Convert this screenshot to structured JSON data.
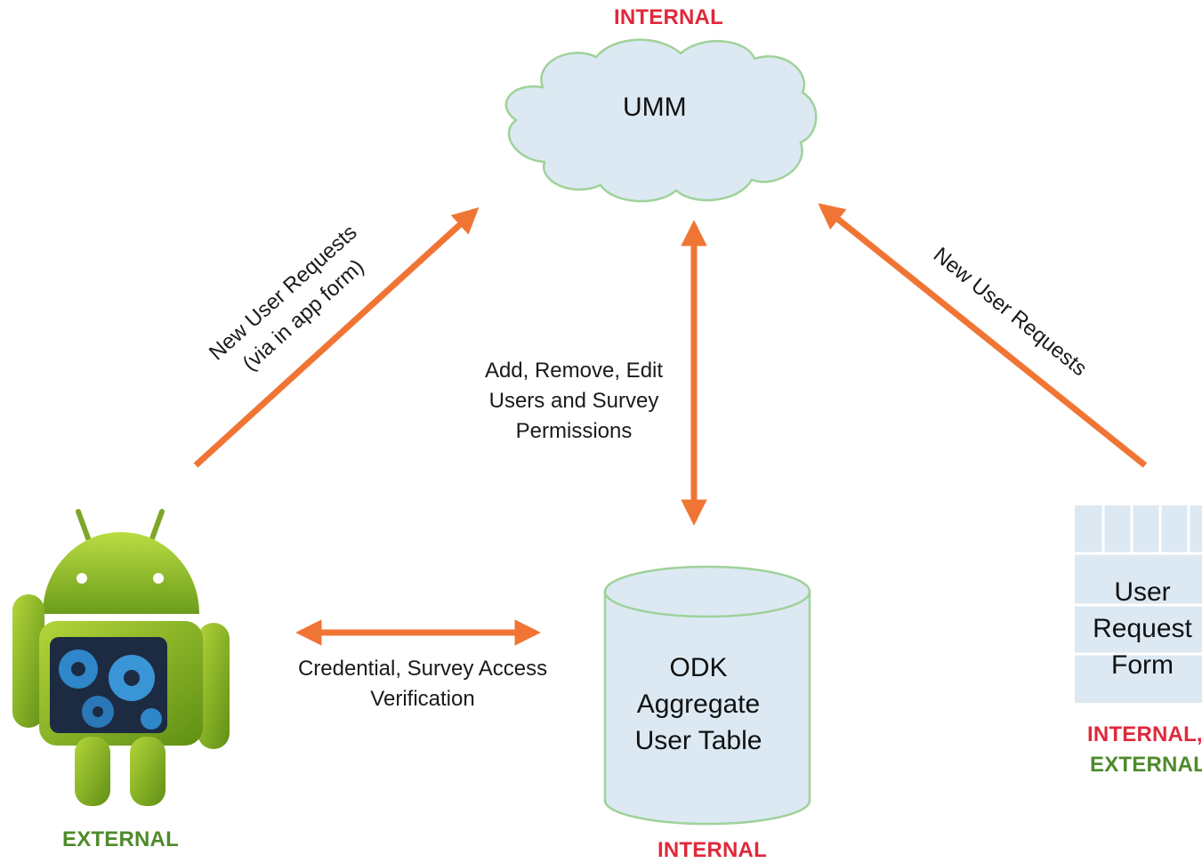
{
  "tags": {
    "umm_scope": "INTERNAL",
    "android_scope": "EXTERNAL",
    "db_scope": "INTERNAL",
    "form_scope_internal": "INTERNAL,",
    "form_scope_external": "EXTERNAL"
  },
  "nodes": {
    "umm": {
      "label": "UMM"
    },
    "db": {
      "line1": "ODK",
      "line2": "Aggregate",
      "line3": "User Table"
    },
    "form": {
      "line1": "User",
      "line2": "Request",
      "line3": "Form"
    },
    "android": {
      "icon": "android-robot-icon"
    }
  },
  "edges": {
    "android_to_umm": {
      "line1": "New User Requests",
      "line2": "(via in app form)"
    },
    "form_to_umm": {
      "line1": "New User Requests"
    },
    "umm_db": {
      "line1": "Add, Remove, Edit",
      "line2": "Users and Survey",
      "line3": "Permissions"
    },
    "android_db": {
      "line1": "Credential, Survey Access",
      "line2": "Verification"
    }
  },
  "colors": {
    "internal": "#e0283a",
    "external": "#4f8a2b",
    "arrow": "#f07534",
    "node_fill": "#dce9f3",
    "node_stroke": "#9fd29a"
  }
}
